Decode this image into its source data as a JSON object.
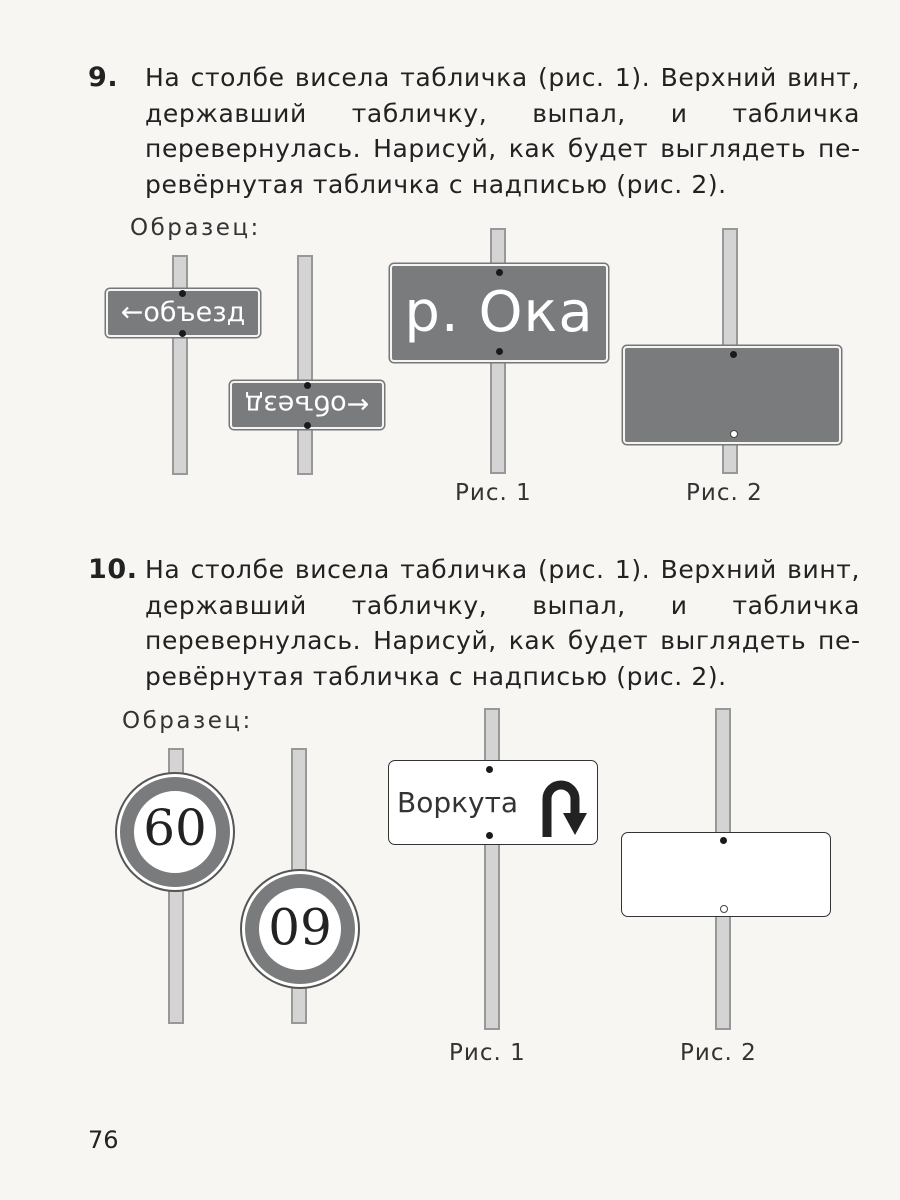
{
  "task9": {
    "number": "9.",
    "text": "На столбе висела табличка (рис. 1). Верхний винт, державший табличку, выпал, и табличка перевернулась. Нарисуй, как будет выглядеть пе­ревёрнутая табличка с надписью (рис. 2).",
    "sample_label": "Образец:",
    "sample_sign_text": "←объезд",
    "fig1_sign_text": "р. Ока",
    "fig1_caption": "Рис. 1",
    "fig2_caption": "Рис. 2",
    "sign_color": "#7a7b7c"
  },
  "task10": {
    "number": "10.",
    "text": "На столбе висела табличка (рис. 1). Верхний винт, державший табличку, выпал, и табличка перевернулась. Нарисуй, как будет выглядеть пе­ревёрнутая табличка с надписью (рис. 2).",
    "sample_label": "Образец:",
    "sample_sign_number": "60",
    "fig1_sign_text": "Воркута",
    "fig1_icon": "u-turn-arrow-icon",
    "fig1_caption": "Рис. 1",
    "fig2_caption": "Рис. 2"
  },
  "page_number": "76"
}
